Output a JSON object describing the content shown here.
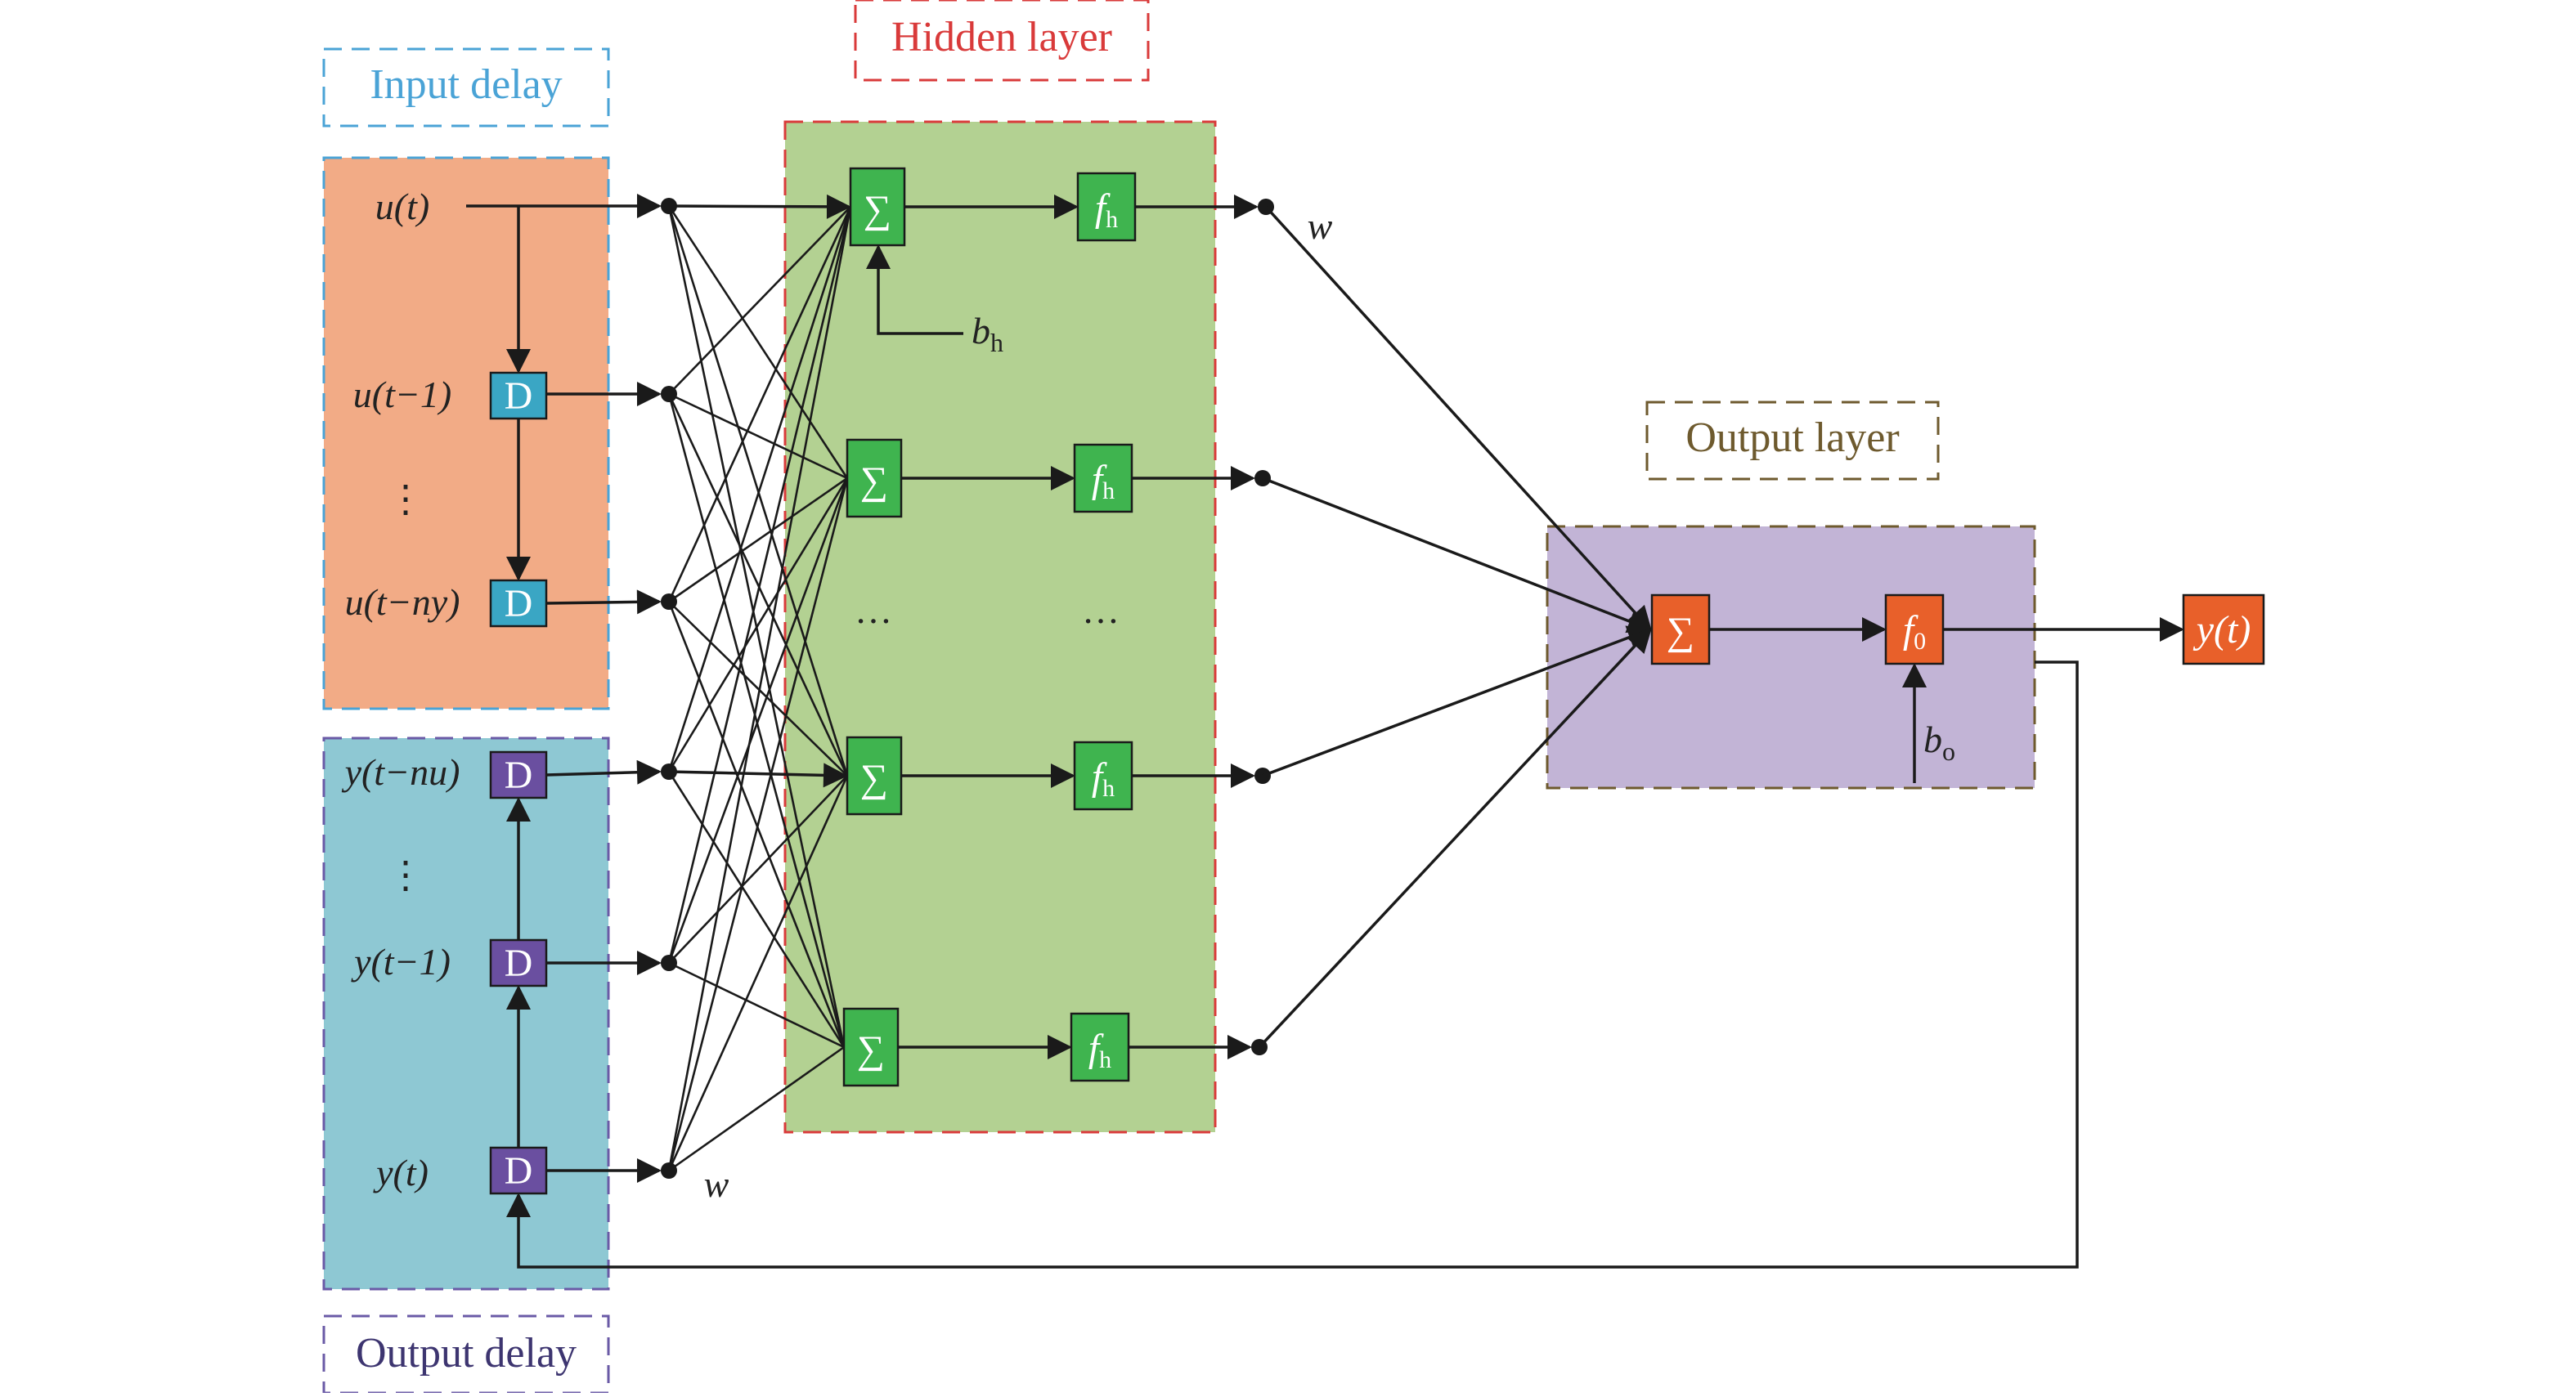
{
  "groups": {
    "input_delay": "Input delay",
    "hidden_layer": "Hidden layer",
    "output_layer": "Output layer",
    "output_delay": "Output delay"
  },
  "inputs": {
    "u_t": "u(t)",
    "u_t1": "u(t−1)",
    "u_tny": "u(t−ny)",
    "y_tnu": "y(t−nu)",
    "y_t1": "y(t−1)",
    "y_t": "y(t)",
    "ellipsis": "⋮"
  },
  "delay_label": "D",
  "sum_symbol": "∑",
  "activation_hidden": "fh",
  "activation_output": "f0",
  "bias_hidden": "bh",
  "bias_output": "bo",
  "weight": "w",
  "hidden_ellipsis": "…",
  "output": "y(t)",
  "colors": {
    "input_bg": "#f2ab86",
    "input_border": "#4aa3d6",
    "output_delay_bg": "#8ec8d3",
    "output_delay_border": "#6a5aa6",
    "hidden_bg": "#b3d192",
    "hidden_border": "#d93a3a",
    "output_layer_bg": "#c2b4d6",
    "output_layer_border": "#6e5a2e",
    "delay_box_cyan": "#3aa6c4",
    "delay_box_purple": "#6a4fa0",
    "green_box": "#3fb44f",
    "orange_box": "#e8602a"
  }
}
